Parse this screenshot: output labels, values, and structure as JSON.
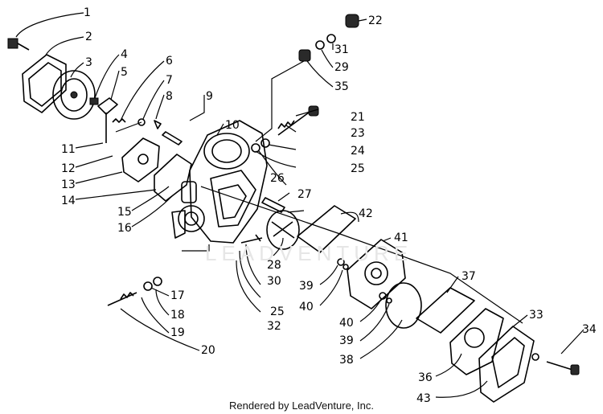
{
  "callouts": [
    {
      "id": "1",
      "text": "1"
    },
    {
      "id": "2",
      "text": "2"
    },
    {
      "id": "3",
      "text": "3"
    },
    {
      "id": "4",
      "text": "4"
    },
    {
      "id": "5",
      "text": "5"
    },
    {
      "id": "6",
      "text": "6"
    },
    {
      "id": "7",
      "text": "7"
    },
    {
      "id": "8",
      "text": "8"
    },
    {
      "id": "9",
      "text": "9"
    },
    {
      "id": "10",
      "text": "10"
    },
    {
      "id": "11",
      "text": "11"
    },
    {
      "id": "12",
      "text": "12"
    },
    {
      "id": "13",
      "text": "13"
    },
    {
      "id": "14",
      "text": "14"
    },
    {
      "id": "15",
      "text": "15"
    },
    {
      "id": "16",
      "text": "16"
    },
    {
      "id": "17",
      "text": "17"
    },
    {
      "id": "18",
      "text": "18"
    },
    {
      "id": "19",
      "text": "19"
    },
    {
      "id": "20",
      "text": "20"
    },
    {
      "id": "21",
      "text": "21"
    },
    {
      "id": "22",
      "text": "22"
    },
    {
      "id": "23",
      "text": "23"
    },
    {
      "id": "24",
      "text": "24"
    },
    {
      "id": "25a",
      "text": "25"
    },
    {
      "id": "25b",
      "text": "25"
    },
    {
      "id": "26",
      "text": "26"
    },
    {
      "id": "27",
      "text": "27"
    },
    {
      "id": "28",
      "text": "28"
    },
    {
      "id": "29",
      "text": "29"
    },
    {
      "id": "30",
      "text": "30"
    },
    {
      "id": "31",
      "text": "31"
    },
    {
      "id": "32",
      "text": "32"
    },
    {
      "id": "33",
      "text": "33"
    },
    {
      "id": "34",
      "text": "34"
    },
    {
      "id": "35",
      "text": "35"
    },
    {
      "id": "36",
      "text": "36"
    },
    {
      "id": "37",
      "text": "37"
    },
    {
      "id": "38",
      "text": "38"
    },
    {
      "id": "39a",
      "text": "39"
    },
    {
      "id": "39b",
      "text": "39"
    },
    {
      "id": "40a",
      "text": "40"
    },
    {
      "id": "40b",
      "text": "40"
    },
    {
      "id": "41",
      "text": "41"
    },
    {
      "id": "42",
      "text": "42"
    },
    {
      "id": "43",
      "text": "43"
    }
  ],
  "watermark": "LEADVENTURE",
  "footer": "Rendered by LeadVenture, Inc."
}
